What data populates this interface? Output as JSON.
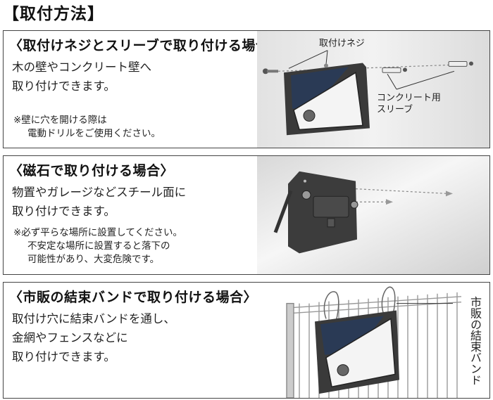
{
  "page": {
    "title": "【取付方法】"
  },
  "sections": [
    {
      "title": "〈取付けネジとスリーブで取り付ける場合〉",
      "body": [
        "木の壁やコンクリート壁へ",
        "取り付けできます。"
      ],
      "note": [
        "※壁に穴を開ける際は",
        "電動ドリルをご使用ください。"
      ],
      "labels": {
        "screw": "取付けネジ",
        "sleeve_1": "コンクリート用",
        "sleeve_2": "スリーブ"
      }
    },
    {
      "title": "〈磁石で取り付ける場合〉",
      "body": [
        "物置やガレージなどスチール面に",
        "取り付けできます。"
      ],
      "note": [
        "※必ず平らな場所に設置してください。",
        "不安定な場所に設置すると落下の",
        "可能性があり、大変危険です。"
      ]
    },
    {
      "title": "〈市販の結束バンドで取り付ける場合〉",
      "body": [
        "取付け穴に結束バンドを通し、",
        "金網やフェンスなどに",
        "取り付けできます。"
      ],
      "labels": {
        "cable_tie": "市販の結束バンド"
      }
    }
  ],
  "colors": {
    "border": "#444444",
    "device": "#3a3a3a",
    "panel": "#2a3a55",
    "gradient_light": "#f4f4f4",
    "gradient_dark": "#d2d2d2"
  }
}
